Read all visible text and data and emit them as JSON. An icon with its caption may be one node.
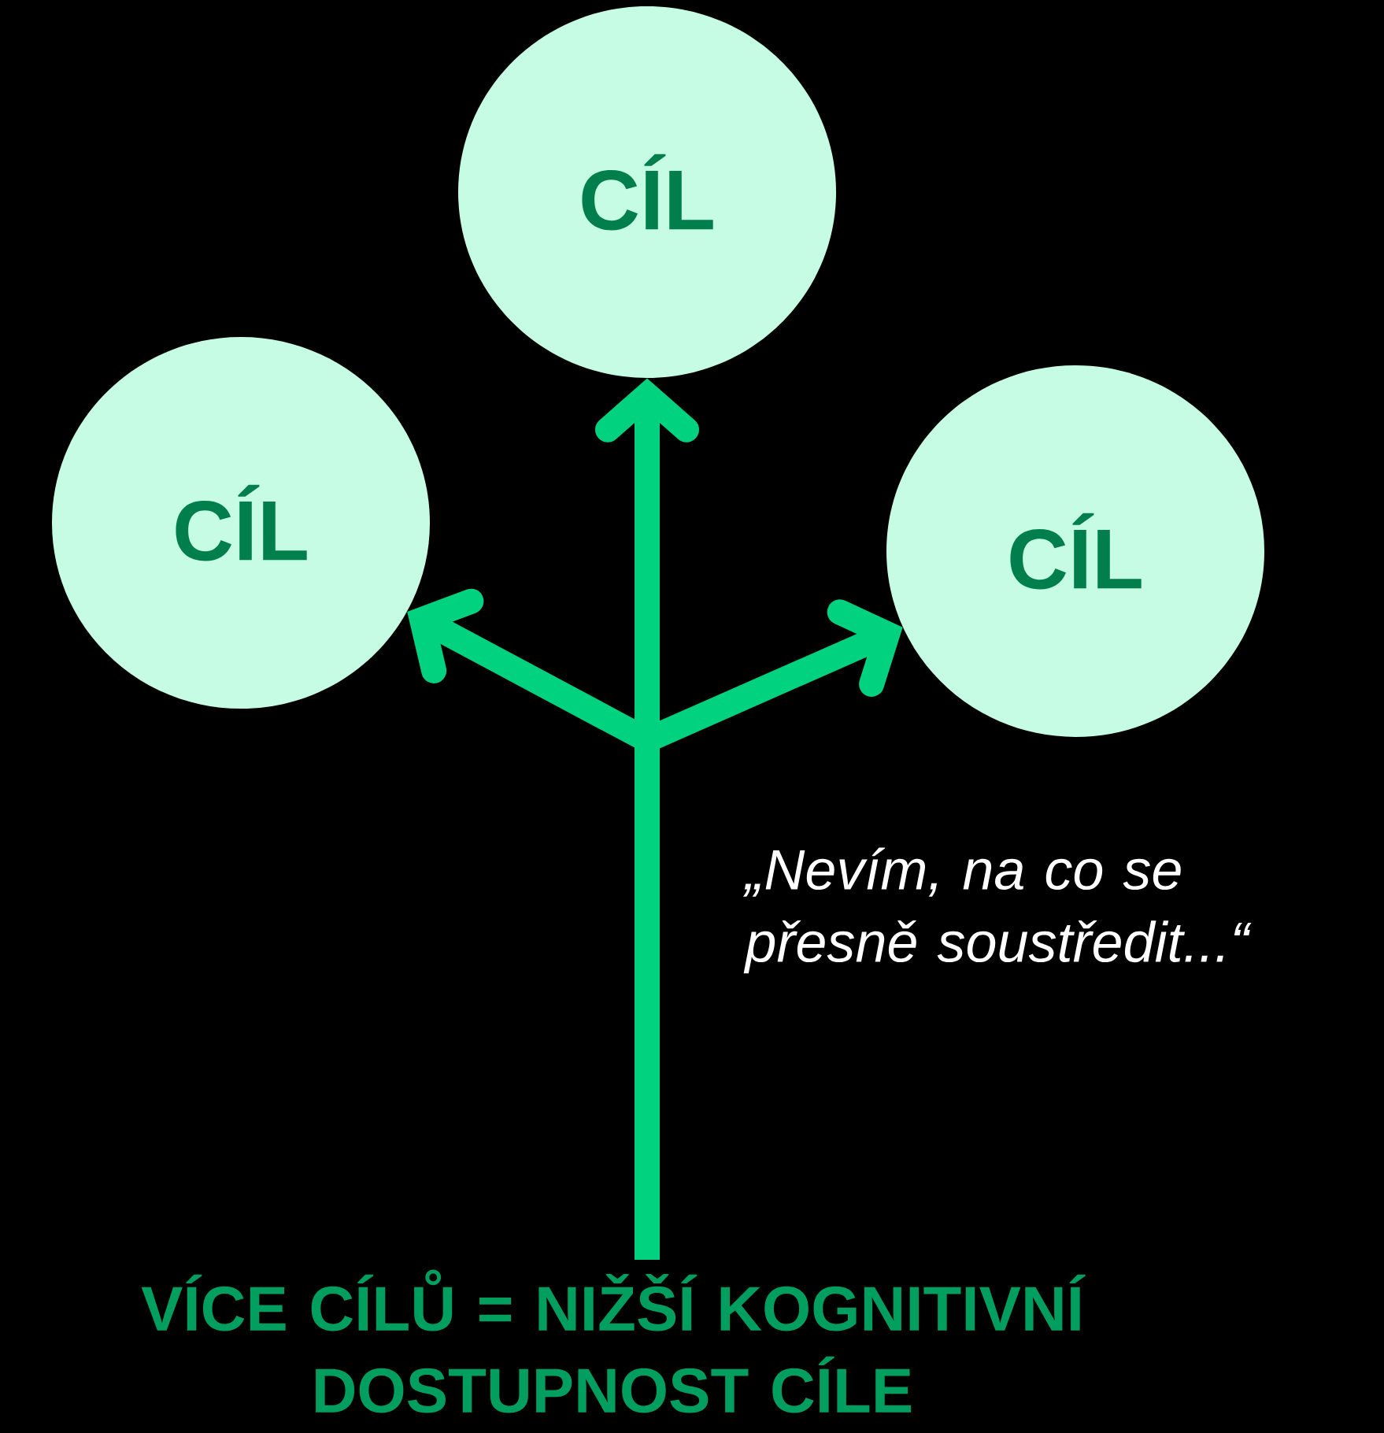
{
  "diagram": {
    "caption": "VÍCE CÍLŮ = NIŽŠÍ KOGNITIVNÍ DOSTUPNOST CÍLE",
    "nodes": [
      {
        "text": [
          "CÍL"
        ]
      },
      {
        "text": [
          "CÍL"
        ]
      },
      {
        "text": [
          "CÍL"
        ]
      }
    ],
    "edges": [
      {
        "from": null,
        "to": 0,
        "arrow": "to"
      },
      {
        "from": null,
        "to": 1,
        "arrow": "to"
      },
      {
        "from": null,
        "to": 2,
        "arrow": "to"
      }
    ],
    "labels": [
      "„Nevím, na co se přesně soustředit...“"
    ]
  }
}
